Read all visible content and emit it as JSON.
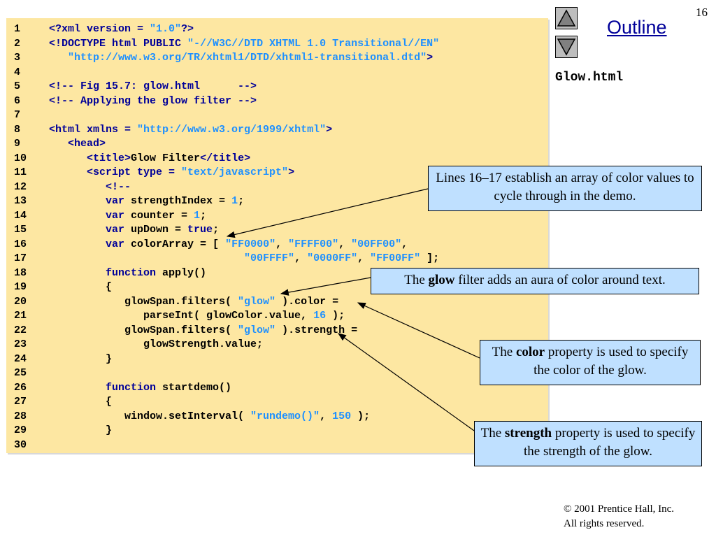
{
  "page_number": "16",
  "nav": {
    "outline_label": "Outline",
    "file_title": "Glow.html"
  },
  "code_lines": [
    {
      "n": "1",
      "parts": [
        [
          "kw",
          "<?xml version = "
        ],
        [
          "str",
          "\"1.0\""
        ],
        [
          "kw",
          "?>"
        ]
      ]
    },
    {
      "n": "2",
      "parts": [
        [
          "kw",
          "<!DOCTYPE html PUBLIC "
        ],
        [
          "str",
          "\"-//W3C//DTD XHTML 1.0 Transitional//EN\""
        ]
      ]
    },
    {
      "n": "3",
      "parts": [
        [
          "",
          "   "
        ],
        [
          "str",
          "\"http://www.w3.org/TR/xhtml1/DTD/xhtml1-transitional.dtd\""
        ],
        [
          "kw",
          ">"
        ]
      ]
    },
    {
      "n": "4",
      "parts": []
    },
    {
      "n": "5",
      "parts": [
        [
          "kw",
          "<!-- Fig 15.7: glow.html      -->"
        ]
      ]
    },
    {
      "n": "6",
      "parts": [
        [
          "kw",
          "<!-- Applying the glow filter -->"
        ]
      ]
    },
    {
      "n": "7",
      "parts": []
    },
    {
      "n": "8",
      "parts": [
        [
          "kw",
          "<html xmlns = "
        ],
        [
          "str",
          "\"http://www.w3.org/1999/xhtml\""
        ],
        [
          "kw",
          ">"
        ]
      ]
    },
    {
      "n": "9",
      "parts": [
        [
          "kw",
          "   <head>"
        ]
      ]
    },
    {
      "n": "10",
      "parts": [
        [
          "kw",
          "      <title>"
        ],
        [
          "",
          "Glow Filter"
        ],
        [
          "kw",
          "</title>"
        ]
      ]
    },
    {
      "n": "11",
      "parts": [
        [
          "kw",
          "      <script type = "
        ],
        [
          "str",
          "\"text/javascript\""
        ],
        [
          "kw",
          ">"
        ]
      ]
    },
    {
      "n": "12",
      "parts": [
        [
          "kw",
          "         <!--"
        ]
      ]
    },
    {
      "n": "13",
      "parts": [
        [
          "kw",
          "         var "
        ],
        [
          "",
          "strengthIndex = "
        ],
        [
          "num",
          "1"
        ],
        [
          "",
          ";"
        ]
      ]
    },
    {
      "n": "14",
      "parts": [
        [
          "kw",
          "         var "
        ],
        [
          "",
          "counter = "
        ],
        [
          "num",
          "1"
        ],
        [
          "",
          ";"
        ]
      ]
    },
    {
      "n": "15",
      "parts": [
        [
          "kw",
          "         var "
        ],
        [
          "",
          "upDown = "
        ],
        [
          "kw",
          "true"
        ],
        [
          "",
          ";"
        ]
      ]
    },
    {
      "n": "16",
      "parts": [
        [
          "kw",
          "         var "
        ],
        [
          "",
          "colorArray = [ "
        ],
        [
          "str",
          "\"FF0000\""
        ],
        [
          "",
          ", "
        ],
        [
          "str",
          "\"FFFF00\""
        ],
        [
          "",
          ", "
        ],
        [
          "str",
          "\"00FF00\""
        ],
        [
          "",
          ","
        ]
      ]
    },
    {
      "n": "17",
      "parts": [
        [
          "",
          "                               "
        ],
        [
          "str",
          "\"00FFFF\""
        ],
        [
          "",
          ", "
        ],
        [
          "str",
          "\"0000FF\""
        ],
        [
          "",
          ", "
        ],
        [
          "str",
          "\"FF00FF\""
        ],
        [
          "",
          " ];"
        ]
      ]
    },
    {
      "n": "18",
      "parts": [
        [
          "kw",
          "         function "
        ],
        [
          "",
          "apply()"
        ]
      ]
    },
    {
      "n": "19",
      "parts": [
        [
          "",
          "         {"
        ]
      ]
    },
    {
      "n": "20",
      "parts": [
        [
          "",
          "            glowSpan.filters( "
        ],
        [
          "str",
          "\"glow\""
        ],
        [
          "",
          " ).color ="
        ]
      ]
    },
    {
      "n": "21",
      "parts": [
        [
          "",
          "               parseInt( glowColor.value, "
        ],
        [
          "num",
          "16"
        ],
        [
          "",
          " );"
        ]
      ]
    },
    {
      "n": "22",
      "parts": [
        [
          "",
          "            glowSpan.filters( "
        ],
        [
          "str",
          "\"glow\""
        ],
        [
          "",
          " ).strength ="
        ]
      ]
    },
    {
      "n": "23",
      "parts": [
        [
          "",
          "               glowStrength.value;"
        ]
      ]
    },
    {
      "n": "24",
      "parts": [
        [
          "",
          "         }"
        ]
      ]
    },
    {
      "n": "25",
      "parts": []
    },
    {
      "n": "26",
      "parts": [
        [
          "kw",
          "         function "
        ],
        [
          "",
          "startdemo()"
        ]
      ]
    },
    {
      "n": "27",
      "parts": [
        [
          "",
          "         {"
        ]
      ]
    },
    {
      "n": "28",
      "parts": [
        [
          "",
          "            window.setInterval( "
        ],
        [
          "str",
          "\"rundemo()\""
        ],
        [
          "",
          ", "
        ],
        [
          "num",
          "150"
        ],
        [
          "",
          " );"
        ]
      ]
    },
    {
      "n": "29",
      "parts": [
        [
          "",
          "         }"
        ]
      ]
    },
    {
      "n": "30",
      "parts": []
    }
  ],
  "callouts": {
    "lines_16_17": "Lines 16–17 establish an array of color values to cycle through in the demo.",
    "glow": {
      "pre": "The ",
      "bold": "glow",
      "post": " filter adds an aura of color around text."
    },
    "color": {
      "pre": "The ",
      "bold": "color",
      "post": " property is used to specify the color of the glow."
    },
    "strength": {
      "pre": "The ",
      "bold": "strength",
      "post": " property is used to specify the strength of the glow."
    }
  },
  "footer": {
    "copyright": "© 2001 Prentice Hall, Inc.",
    "rights": "All rights reserved."
  }
}
